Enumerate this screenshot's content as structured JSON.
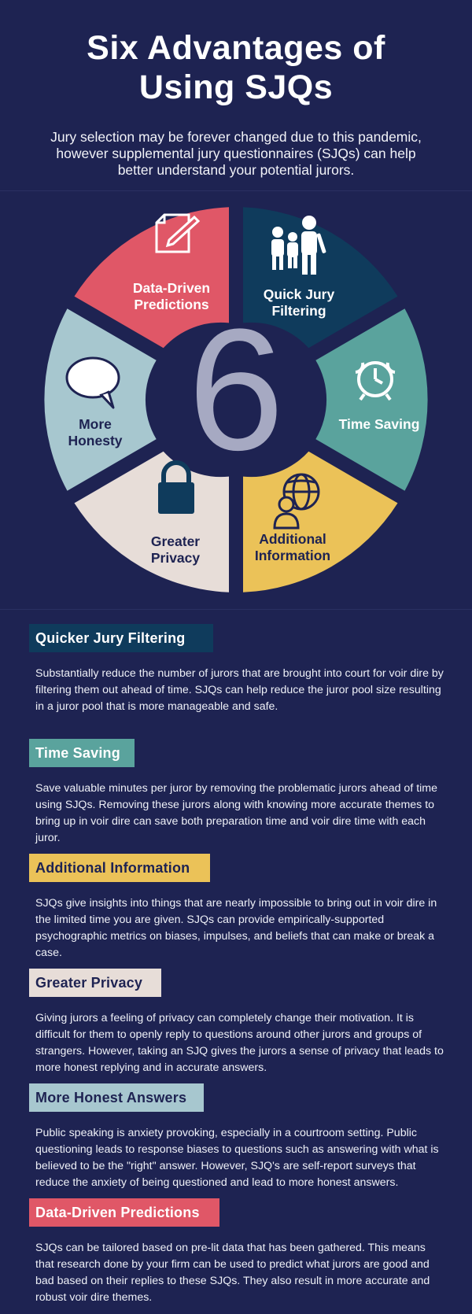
{
  "header": {
    "title_line1": "Six Advantages of",
    "title_line2": "Using SJQs",
    "subtitle": "Jury selection may be forever changed due to this pandemic, however supplemental jury questionnaires (SJQs) can help better understand your potential jurors."
  },
  "colors": {
    "background": "#1e2352",
    "red": "#e05767",
    "navy": "#0f3b5c",
    "teal": "#5aa39d",
    "yellow": "#ebc258",
    "beige": "#e7ddd8",
    "light_blue": "#a7c7cf"
  },
  "wheel": {
    "center_number": "6",
    "segments": [
      {
        "line1": "Quick Jury",
        "line2": "Filtering",
        "icon": "people-icon"
      },
      {
        "line1": "Time Saving",
        "line2": "",
        "icon": "alarm-clock-icon"
      },
      {
        "line1": "Additional",
        "line2": "Information",
        "icon": "globe-person-icon"
      },
      {
        "line1": "Greater",
        "line2": "Privacy",
        "icon": "lock-icon"
      },
      {
        "line1": "More",
        "line2": "Honesty",
        "icon": "speech-bubble-icon"
      },
      {
        "line1": "Data-Driven",
        "line2": "Predictions",
        "icon": "document-pen-icon"
      }
    ]
  },
  "sections": [
    {
      "title": "Quicker Jury Filtering",
      "text": "Substantially reduce the number of jurors that are brought into court for voir dire by filtering them out ahead of time. SJQs can help reduce the juror pool size resulting in a juror pool that is more manageable and safe."
    },
    {
      "title": "Time Saving",
      "text": "Save valuable minutes per juror by removing the problematic jurors ahead of time using SJQs. Removing these jurors along with knowing more accurate themes to bring up in voir dire can save both preparation time and voir dire time with each juror."
    },
    {
      "title": "Additional Information",
      "text": "SJQs give insights into things that are nearly impossible to bring out in voir dire in the limited time you are given. SJQs can provide empirically-supported psychographic metrics on biases, impulses, and beliefs that can make or break a case."
    },
    {
      "title": "Greater Privacy",
      "text": "Giving jurors a feeling of privacy can completely change their motivation. It is difficult for them to openly reply to questions around other jurors and groups of strangers. However, taking an SJQ gives the jurors a sense of privacy that leads to more honest replying and in accurate answers."
    },
    {
      "title": "More Honest Answers",
      "text": "Public speaking is anxiety provoking, especially in a courtroom setting. Public questioning leads to response biases to questions such as answering with what is believed to be the \"right\" answer. However, SJQ's are self-report surveys that reduce the anxiety of being questioned and lead to more honest answers."
    },
    {
      "title": "Data-Driven Predictions",
      "text": "SJQs can be tailored based on pre-lit data that has been gathered. This means that research done by your firm can be used to predict what jurors are good and bad based on their replies to these SJQs. They also result in more accurate and robust voir dire themes."
    }
  ]
}
